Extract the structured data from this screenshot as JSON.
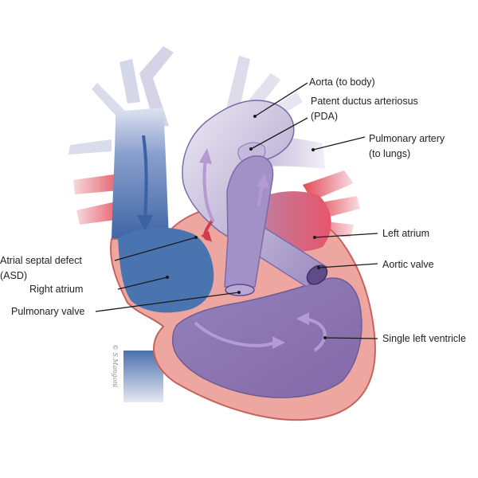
{
  "labels": {
    "aorta": "Aorta (to body)",
    "pda_line1": "Patent ductus arteriosus",
    "pda_line2": "(PDA)",
    "pulm_artery_line1": "Pulmonary artery",
    "pulm_artery_line2": "(to lungs)",
    "left_atrium": "Left atrium",
    "aortic_valve": "Aortic valve",
    "asd_line1": "Atrial septal defect",
    "asd_line2": "(ASD)",
    "right_atrium": "Right atrium",
    "pulmonary_valve": "Pulmonary valve",
    "single_left_ventricle": "Single left ventricle"
  },
  "signature": "© S.Mangoni",
  "colors": {
    "deoxygenated_blue": "#4a74b0",
    "oxygenated_red": "#e24a5a",
    "mixed_purple": "#8f7bb8",
    "vessel_light": "#c9c4dc",
    "myocardium_pink": "#eea7a0",
    "myocardium_edge": "#c7625c"
  }
}
